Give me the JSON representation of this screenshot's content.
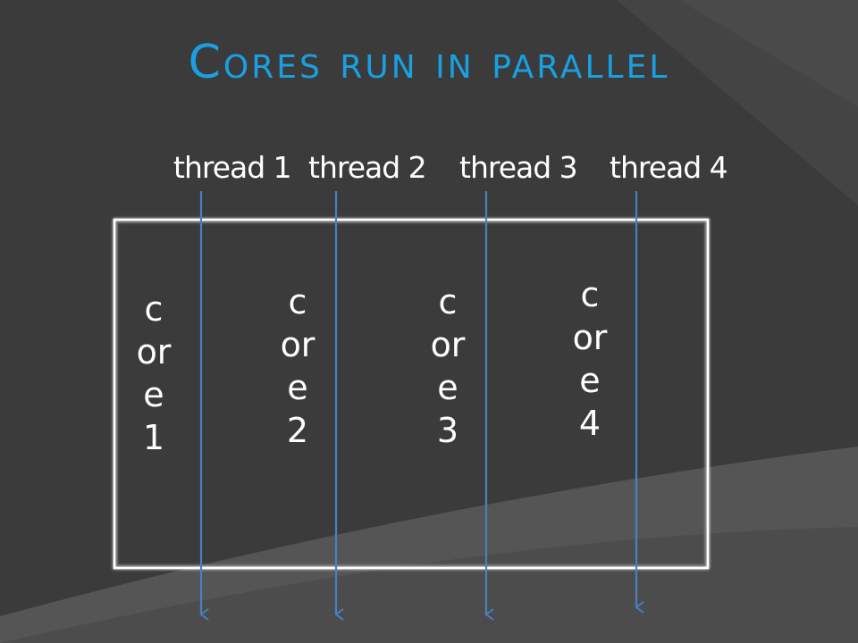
{
  "slide": {
    "title": "Cores run in parallel"
  },
  "threads": [
    {
      "label": "thread 1"
    },
    {
      "label": "thread 2"
    },
    {
      "label": "thread 3"
    },
    {
      "label": "thread 4"
    }
  ],
  "cores": [
    {
      "label": "core1"
    },
    {
      "label": "core2"
    },
    {
      "label": "core3"
    },
    {
      "label": "core4"
    }
  ],
  "colors": {
    "background": "#3b3b3b",
    "title": "#19a0e3",
    "thread_arrow": "#4a7fc0",
    "box_border": "#ffffff",
    "text": "#ffffff"
  }
}
